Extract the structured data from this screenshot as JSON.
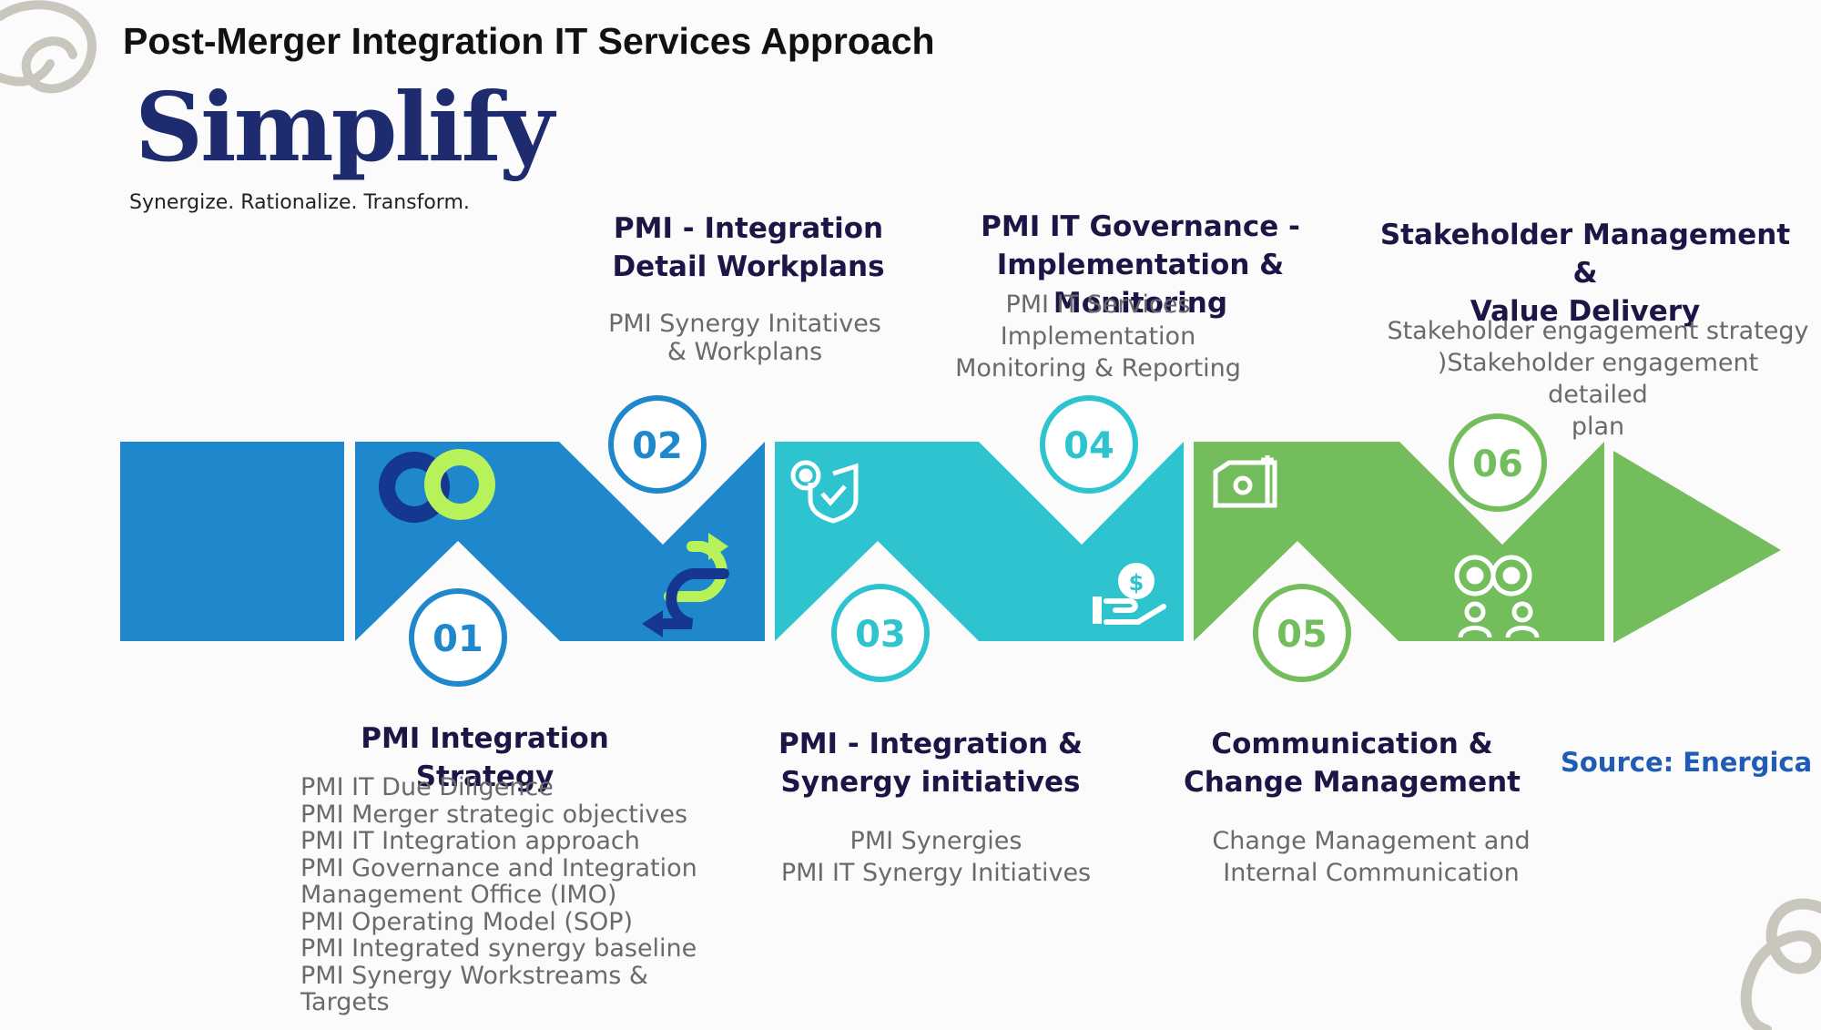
{
  "title": "Post-Merger Integration IT Services Approach",
  "brand": {
    "logo_text": "Simplify",
    "tagline": "Synergize. Rationalize. Transform."
  },
  "steps": [
    {
      "number": "01",
      "heading": "PMI Integration Strategy",
      "description": "PMI IT Due Diligence\nPMI Merger strategic objectives\nPMI  IT Integration approach\nPMI Governance and Integration\nManagement Office (IMO)\nPMI Operating Model (SOP)\nPMI Integrated synergy baseline\nPMI Synergy Workstreams & Targets",
      "color": "#1f88cc",
      "icon": "link-chain-icon"
    },
    {
      "number": "02",
      "heading": "PMI - Integration\nDetail Workplans",
      "description": "PMI Synergy  Initatives\n& Workplans",
      "color": "#1f88cc",
      "icon": "exchange-arrows-icon"
    },
    {
      "number": "03",
      "heading": "PMI - Integration &\nSynergy initiatives",
      "description": "PMI Synergies\nPMI IT Synergy Initiatives",
      "color": "#2ec4cf",
      "icon": "gear-shield-icon"
    },
    {
      "number": "04",
      "heading": "PMI IT Governance -\nImplementation & Monitoring",
      "description": "PMI IT Services\nImplementation\nMonitoring & Reporting",
      "color": "#2ec4cf",
      "icon": "hand-money-icon"
    },
    {
      "number": "05",
      "heading": "Communication &\nChange Management",
      "description": "Change Management and\nInternal Communication",
      "color": "#73bd5c",
      "icon": "document-pen-icon"
    },
    {
      "number": "06",
      "heading": "Stakeholder Management &\nValue Delivery",
      "description": "Stakeholder engagement strategy\n)Stakeholder engagement detailed\nplan",
      "color": "#73bd5c",
      "icon": "people-gears-icon"
    }
  ],
  "source": "Source: Energica"
}
